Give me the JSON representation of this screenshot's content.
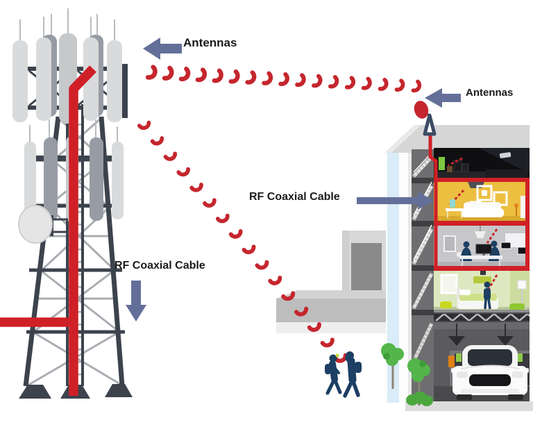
{
  "meta": {
    "description": "Diagram showing cell-tower antennas sending RF signals to a building rooftop antenna and to mobile users, with RF coaxial cable distributing the signal inside the building"
  },
  "labels": {
    "tower_antennas": "Antennas",
    "building_antennas": "Antennas",
    "building_cable": "RF Coaxial Cable",
    "tower_cable": "RF Coaxial Cable"
  },
  "colors": {
    "signal_red": "#c5262d",
    "cable_red": "#cf2027",
    "arrow_slate": "#646f99",
    "text_black": "#1b1b1b",
    "tower_dark": "#3c434d",
    "brace_gray": "#a9adb2",
    "panel_light": "#d9dadb",
    "panel_mid": "#c6c8ca",
    "panel_dark": "#979ca4",
    "dish_white": "#e5e5e5",
    "roof_gray": "#d6d6d6",
    "facade_white": "#fdfdfd",
    "window_blue": "#d9ecf7",
    "shaft_gray": "#6e6e70",
    "dark_room": "#0f0f12",
    "living_yellow": "#ecbf41",
    "office_gray": "#c7c7ca",
    "bedroom_green": "#dde8c0",
    "garage_gray": "#5b5b5e",
    "truss_dark": "#2e2e31",
    "people_navy": "#1c3f63",
    "tree_green": "#54b64a",
    "tree_dark": "#3f9e3a",
    "small_building": "#d8d8d8",
    "small_building_dark": "#8a8a8a",
    "sidewalk_gray": "#dcdcdc",
    "car_white": "#fbfbfb",
    "screen_green": "#7cc83f",
    "lamp_teal": "#8fd8d4",
    "ceiling_panel_green": "#b5c93e"
  }
}
